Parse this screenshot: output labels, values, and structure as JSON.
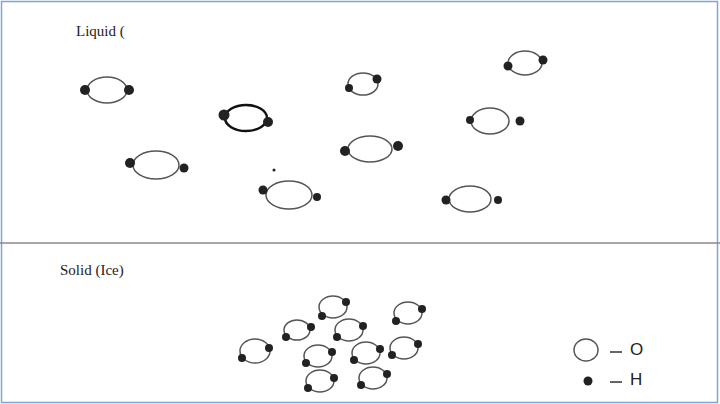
{
  "diagram": {
    "labels": [
      "Liquid (",
      "Solid (Ice)"
    ],
    "legend": [
      {
        "text": "O"
      },
      {
        "text": "H"
      }
    ]
  }
}
